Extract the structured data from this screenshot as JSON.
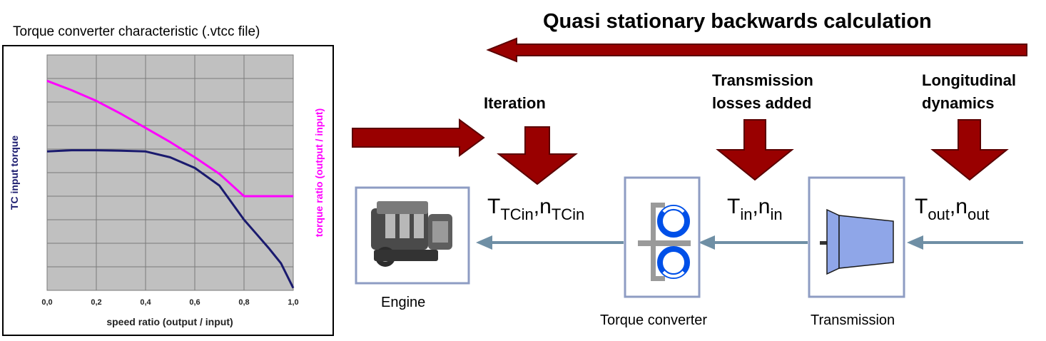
{
  "chart_data": {
    "type": "line",
    "title": "Torque converter characteristic (.vtcc file)",
    "xlabel": "speed ratio (output / input)",
    "ylabel_left": "TC input torque",
    "ylabel_right": "torque ratio (output / input)",
    "x_ticks": [
      "0,0",
      "0,2",
      "0,4",
      "0,6",
      "0,8",
      "1,0"
    ],
    "xlim": [
      0,
      1
    ],
    "grid": true,
    "series": [
      {
        "axis": "right",
        "color": "#ff00ff",
        "x": [
          0,
          0.1,
          0.2,
          0.3,
          0.4,
          0.5,
          0.6,
          0.7,
          0.8,
          0.85,
          0.9,
          1.0
        ],
        "y": [
          7.9,
          7.5,
          7.05,
          6.5,
          5.9,
          5.3,
          4.65,
          3.95,
          3.0,
          3.0,
          3.0,
          3.0
        ]
      },
      {
        "axis": "left",
        "color": "#1a1a6e",
        "x": [
          0,
          0.1,
          0.2,
          0.3,
          0.4,
          0.5,
          0.6,
          0.7,
          0.8,
          0.85,
          0.9,
          0.95,
          1.0
        ],
        "y": [
          4.9,
          4.95,
          4.95,
          4.93,
          4.9,
          4.65,
          4.2,
          3.45,
          2.0,
          1.4,
          0.8,
          0.15,
          -0.9
        ]
      }
    ]
  },
  "diagram": {
    "title": "Quasi stationary backwards calculation",
    "labels": {
      "iteration": "Iteration",
      "transmission_losses": [
        "Transmission",
        "losses added"
      ],
      "longitudinal_dynamics": [
        "Longitudinal",
        "dynamics"
      ]
    },
    "components": {
      "engine": "Engine",
      "torque_converter": "Torque converter",
      "transmission": "Transmission"
    },
    "signals": {
      "tc_in": {
        "T": "T",
        "T_sub": "TCin",
        "n": "n",
        "n_sub": "TCin"
      },
      "in": {
        "T": "T",
        "T_sub": "in",
        "n": "n",
        "n_sub": "in"
      },
      "out": {
        "T": "T",
        "T_sub": "out",
        "n": "n",
        "n_sub": "out"
      }
    },
    "colors": {
      "arrow_fill": "#990000",
      "arrow_stroke": "#5a0000",
      "flow_line": "#6f8fa5",
      "box_border": "#8e9cc3",
      "component_fill": "#8fa6e8",
      "tc_blue": "#0050e8",
      "tc_gray": "#9a9a9a"
    }
  }
}
